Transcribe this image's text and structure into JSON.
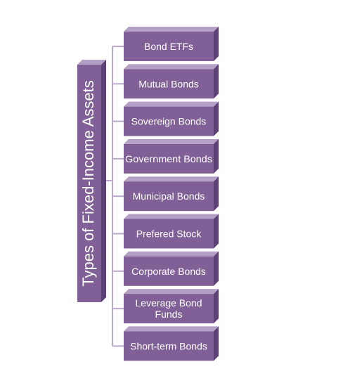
{
  "root": {
    "label": "Types of Fixed-Income Assets"
  },
  "items": [
    {
      "label": "Bond ETFs"
    },
    {
      "label": "Mutual Bonds"
    },
    {
      "label": "Sovereign Bonds"
    },
    {
      "label": "Government Bonds"
    },
    {
      "label": "Municipal Bonds"
    },
    {
      "label": "Prefered Stock"
    },
    {
      "label": "Corporate Bonds"
    },
    {
      "label": "Leverage Bond Funds"
    },
    {
      "label": "Short-term Bonds"
    }
  ],
  "colors": {
    "face": "#806096",
    "side": "#5c4274",
    "top": "#b4a0c6",
    "connector": "#b9a8cb",
    "text": "#ffffff"
  }
}
